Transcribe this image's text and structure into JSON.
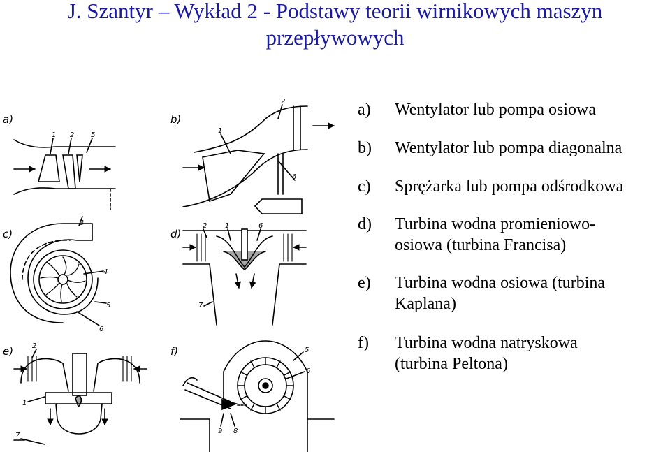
{
  "title": {
    "line1": "J. Szantyr – Wykład 2 - Podstawy teorii wirnikowych maszyn",
    "line2": "przepływowych"
  },
  "accent_color": "#1a1aa0",
  "figure": {
    "panel_labels": [
      "a)",
      "b)",
      "c)",
      "d)",
      "e)",
      "f)"
    ],
    "callouts": {
      "a": [
        "1",
        "2",
        "5"
      ],
      "b": [
        "2",
        "1",
        "6"
      ],
      "c": [
        "3",
        "4",
        "5",
        "6"
      ],
      "d": [
        "2",
        "1",
        "6",
        "7"
      ],
      "e": [
        "2",
        "1",
        "7"
      ],
      "f": [
        "5",
        "6",
        "9",
        "8"
      ]
    }
  },
  "list": [
    {
      "label": "a)",
      "lines": [
        "Wentylator lub pompa osiowa"
      ]
    },
    {
      "label": "b)",
      "lines": [
        "Wentylator lub pompa diagonalna"
      ]
    },
    {
      "label": "c)",
      "lines": [
        "Sprężarka lub pompa odśrodkowa"
      ]
    },
    {
      "label": "d)",
      "lines": [
        "Turbina wodna promieniowo-",
        "osiowa (turbina Francisa)"
      ]
    },
    {
      "label": "e)",
      "lines": [
        "Turbina wodna osiowa (turbina",
        "Kaplana)"
      ]
    },
    {
      "label": "f)",
      "lines": [
        "Turbina wodna natryskowa",
        "(turbina Peltona)"
      ]
    }
  ]
}
